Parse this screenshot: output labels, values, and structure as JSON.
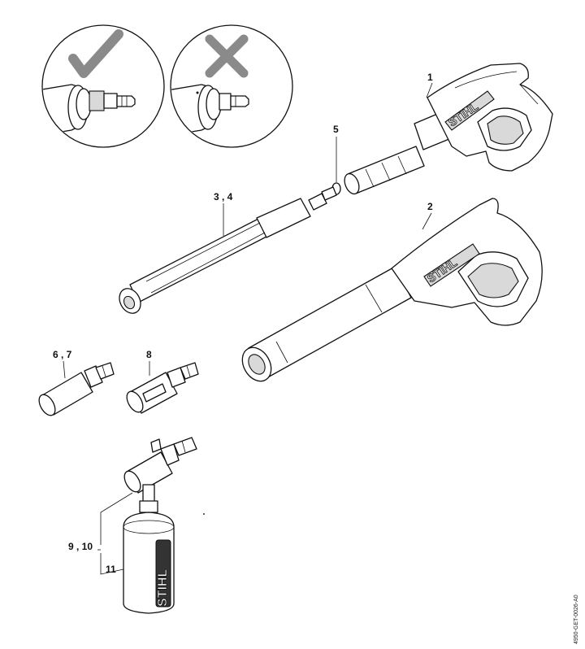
{
  "callouts": {
    "c1": "1",
    "c2": "2",
    "c34": "3 , 4",
    "c5": "5",
    "c67": "6 , 7",
    "c8": "8",
    "c910": "9 , 10",
    "c11": "11"
  },
  "brand": {
    "gun1": "STIHL",
    "gun2": "STIHL",
    "bottle": "STIHL"
  },
  "document_id": "4950-GET-0026-A0",
  "icons": {
    "correct": "checkmark-icon",
    "incorrect": "cross-icon"
  }
}
